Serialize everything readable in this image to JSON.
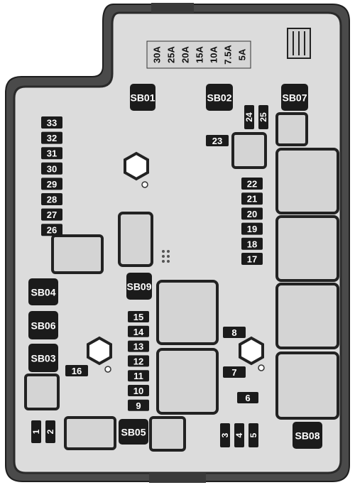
{
  "colors": {
    "housing_outer": "#4a4a4a",
    "housing_inner": "#dcdcdc",
    "housing_border": "#2a2a2a",
    "fuse_dark": "#1b1b1b",
    "relay_fill": "#d4d4d4",
    "label_text": "#ffffff"
  },
  "ratings": [
    "30A",
    "25A",
    "20A",
    "15A",
    "10A",
    "7.5A",
    "5A"
  ],
  "sb_fuses": [
    "SB01",
    "SB02",
    "SB07",
    "SB04",
    "SB09",
    "SB06",
    "SB03",
    "SB05",
    "SB08"
  ],
  "left_column_fuses": [
    "33",
    "32",
    "31",
    "30",
    "29",
    "28",
    "27",
    "26"
  ],
  "right_column_fuses": [
    "22",
    "21",
    "20",
    "19",
    "18",
    "17"
  ],
  "center_column_fuses": [
    "15",
    "14",
    "13",
    "12",
    "11",
    "10",
    "9"
  ],
  "vertical_fuses": [
    "24",
    "25",
    "1",
    "2",
    "3",
    "4",
    "5"
  ],
  "misc_fuses": [
    "23",
    "16",
    "8",
    "7",
    "6"
  ]
}
